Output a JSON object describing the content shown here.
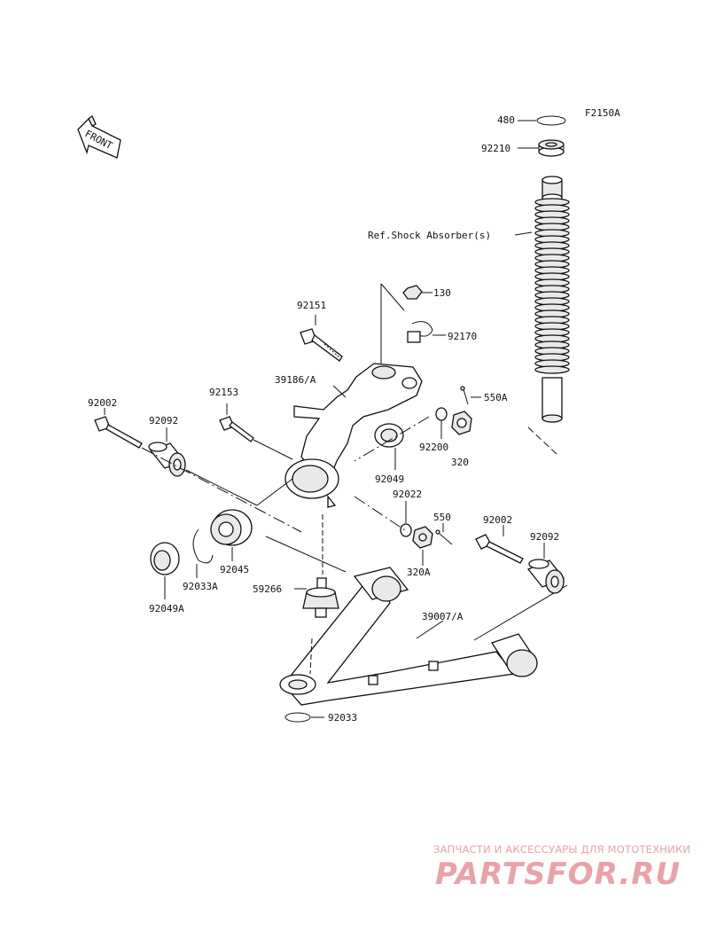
{
  "diagram_code": "F2150A",
  "front_label": "FRONT",
  "reference_label": "Ref.Shock Absorber(s)",
  "callouts": [
    "480",
    "92210",
    "130",
    "92170",
    "92151",
    "39186/A",
    "550A",
    "92200",
    "320",
    "92049",
    "92022",
    "550",
    "320A",
    "92002",
    "92092",
    "92153",
    "92002",
    "92092",
    "92045",
    "92033A",
    "92049A",
    "59266",
    "39007/A",
    "92033"
  ],
  "watermark": {
    "tagline": "ЗАПЧАСТИ И АКСЕССУАРЫ ДЛЯ МОТОТЕХНИКИ",
    "logo": "PARTSFOR.RU",
    "color": "#e9a3a8"
  }
}
